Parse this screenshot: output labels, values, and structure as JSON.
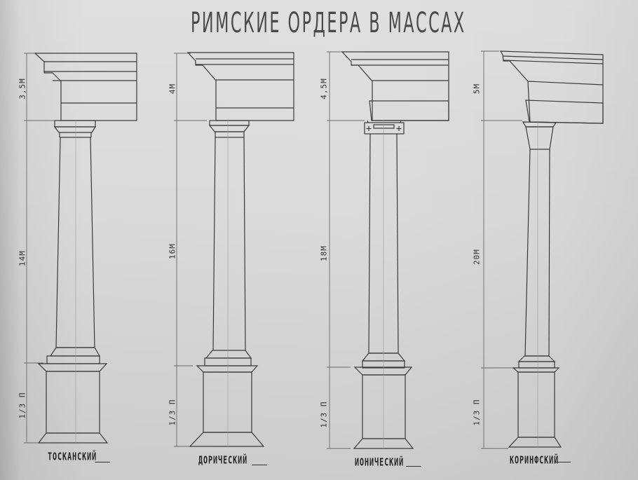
{
  "title": "РИМСКИЕ ОРДЕРА В МАССАХ",
  "colors": {
    "paper": "#d9d9d9",
    "ink": "#3a3a3a"
  },
  "orders": [
    {
      "name": "ТОСКАНСКИЙ",
      "entablature_height": "3,5М",
      "column_height": "14М",
      "pedestal_height": "1/3 П",
      "capital": "doric-type slab"
    },
    {
      "name": "ДОРИЧЕСКИЙ",
      "entablature_height": "4М",
      "column_height": "16М",
      "pedestal_height": "1/3 П",
      "capital": "doric-type slab"
    },
    {
      "name": "ИОНИЧЕСКИЙ",
      "entablature_height": "4,5М",
      "column_height": "18М",
      "pedestal_height": "1/3 П",
      "capital": "volute block"
    },
    {
      "name": "КОРИНФСКИЙ",
      "entablature_height": "5М",
      "column_height": "20М",
      "pedestal_height": "1/3 П",
      "capital": "bell (kalathos)"
    }
  ]
}
